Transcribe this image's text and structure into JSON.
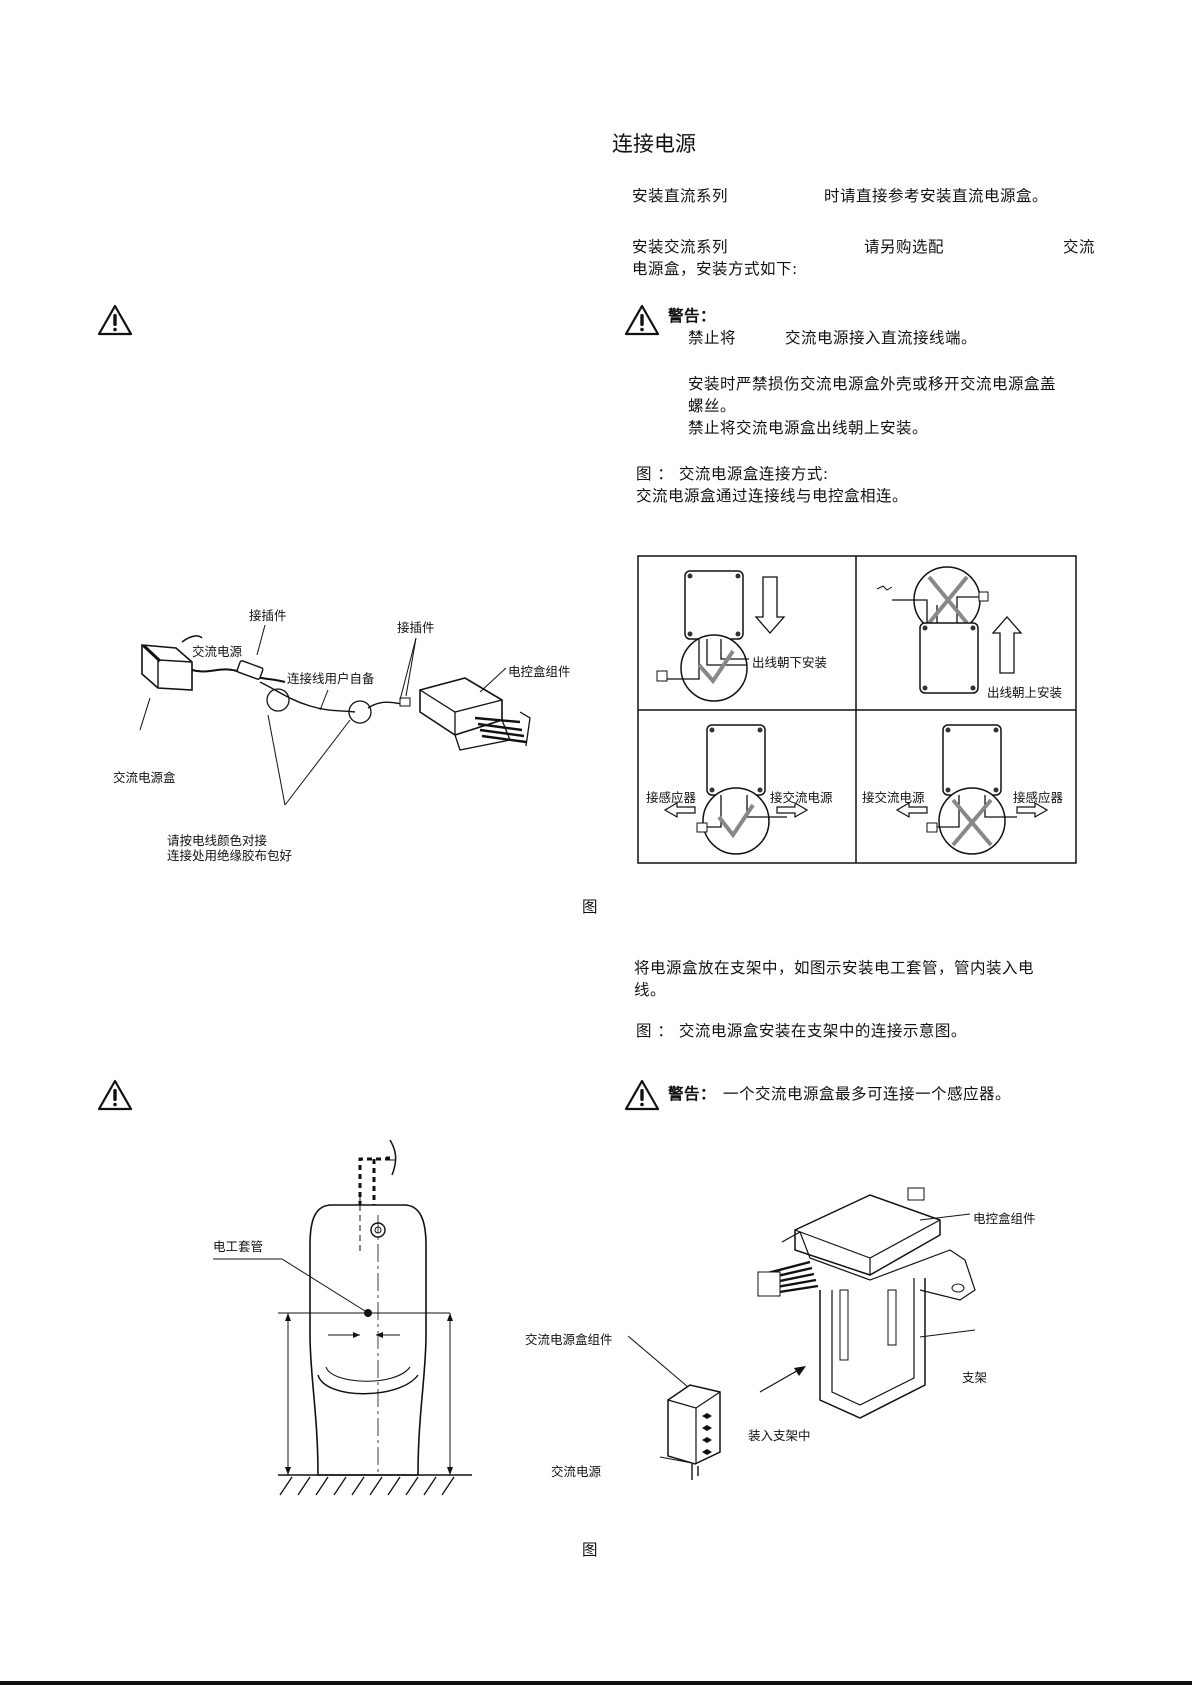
{
  "section": {
    "title": "连接电源",
    "dc_line_a": "安装直流系列",
    "dc_line_b": "时请直接参考安装直流电源盒。",
    "ac_line_a": "安装交流系列",
    "ac_line_b": "请另购选配",
    "ac_line_c": "交流",
    "ac_line_d": "电源盒，安装方式如下:"
  },
  "warning1": {
    "label": "警告：",
    "item1_a": "禁止将",
    "item1_b": "交流电源接入直流接线端。",
    "item2_a": "安装时严禁损伤交流电源盒外壳或移开交流电源盒盖",
    "item2_b": "螺丝。",
    "item3": "禁止将交流电源盒出线朝上安装。"
  },
  "fig_a": {
    "caption": "图 ： 交流电源盒连接方式:",
    "desc": "交流电源盒通过连接线与电控盒相连。",
    "label_down": "出线朝下安装",
    "label_up": "出线朝上安装",
    "sensor_left": "接感应器",
    "ac_right": "接交流电源",
    "ac_left": "接交流电源",
    "sensor_right": "接感应器"
  },
  "left_fig1": {
    "plug1": "接插件",
    "ac_power": "交流电源",
    "plug2": "接插件",
    "cable": "连接线用户自备",
    "control_box": "电控盒组件",
    "ac_box": "交流电源盒",
    "note1": "请按电线颜色对接",
    "note2": "连接处用绝缘胶布包好"
  },
  "fig_label_1": "图",
  "install": {
    "line1": "将电源盒放在支架中，如图示安装电工套管，管内装入电",
    "line2": "线。",
    "caption": "图 ： 交流电源盒安装在支架中的连接示意图。"
  },
  "warning2": {
    "label": "警告：",
    "text": "一个交流电源盒最多可连接一个感应器。"
  },
  "left_fig2": {
    "conduit": "电工套管"
  },
  "right_fig2": {
    "control_box": "电控盒组件",
    "ac_box_assy": "交流电源盒组件",
    "bracket": "支架",
    "into_bracket": "装入支架中",
    "ac_power": "交流电源"
  },
  "fig_label_2": "图"
}
